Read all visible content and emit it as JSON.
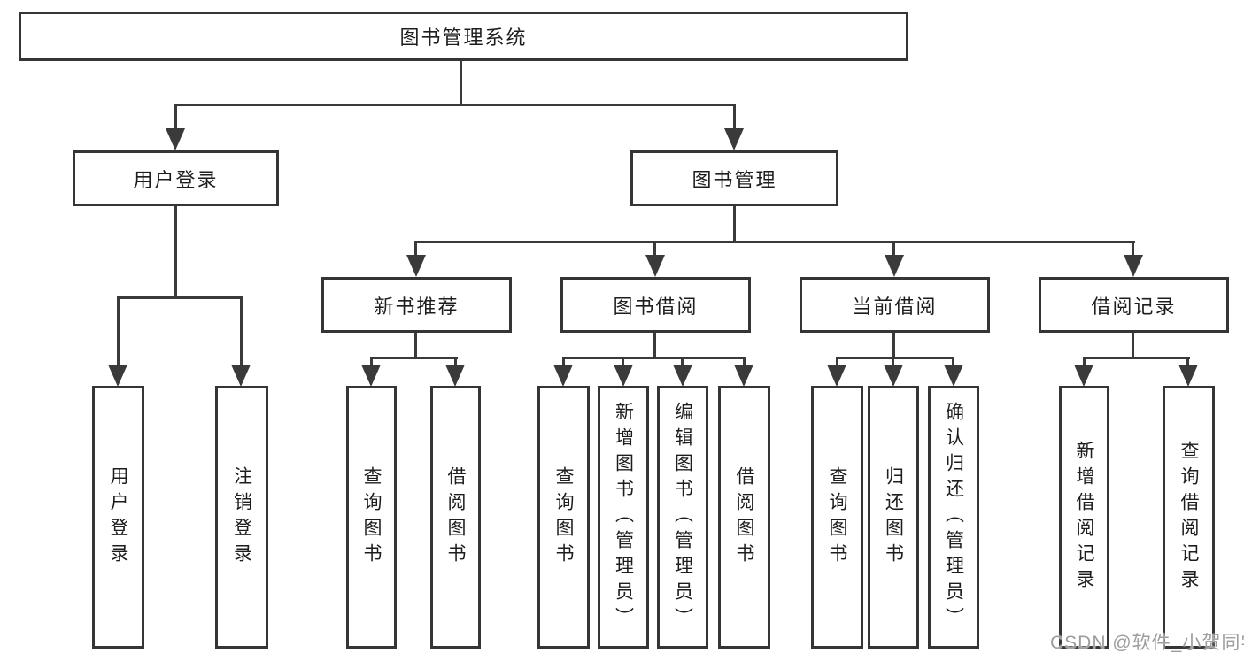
{
  "diagram": {
    "title": "图书管理系统",
    "root": {
      "label": "图书管理系统"
    },
    "level2": [
      {
        "id": "user-login",
        "label": "用户登录"
      },
      {
        "id": "book-management",
        "label": "图书管理"
      }
    ],
    "level3": [
      {
        "id": "new-book-recommend",
        "label": "新书推荐"
      },
      {
        "id": "book-borrow",
        "label": "图书借阅"
      },
      {
        "id": "current-borrow",
        "label": "当前借阅"
      },
      {
        "id": "borrow-records",
        "label": "借阅记录"
      }
    ],
    "leaves": {
      "user": [
        "用户登录",
        "注销登录"
      ],
      "new_books": [
        "查询图书",
        "借阅图书"
      ],
      "book_borrow": [
        "查询图书",
        "新增图书（管理员）",
        "编辑图书（管理员）",
        "借阅图书"
      ],
      "current_borrow": [
        "查询图书",
        "归还图书",
        "确认归还（管理员）"
      ],
      "borrow_records": [
        "新增借阅记录",
        "查询借阅记录"
      ]
    }
  },
  "watermark": "CSDN @软件_小贺同学",
  "colors": {
    "line": "#3a3a3a",
    "box_border": "#353535",
    "text": "#1d1d1d",
    "watermark": "#9d9d9d",
    "background": "#ffffff"
  }
}
